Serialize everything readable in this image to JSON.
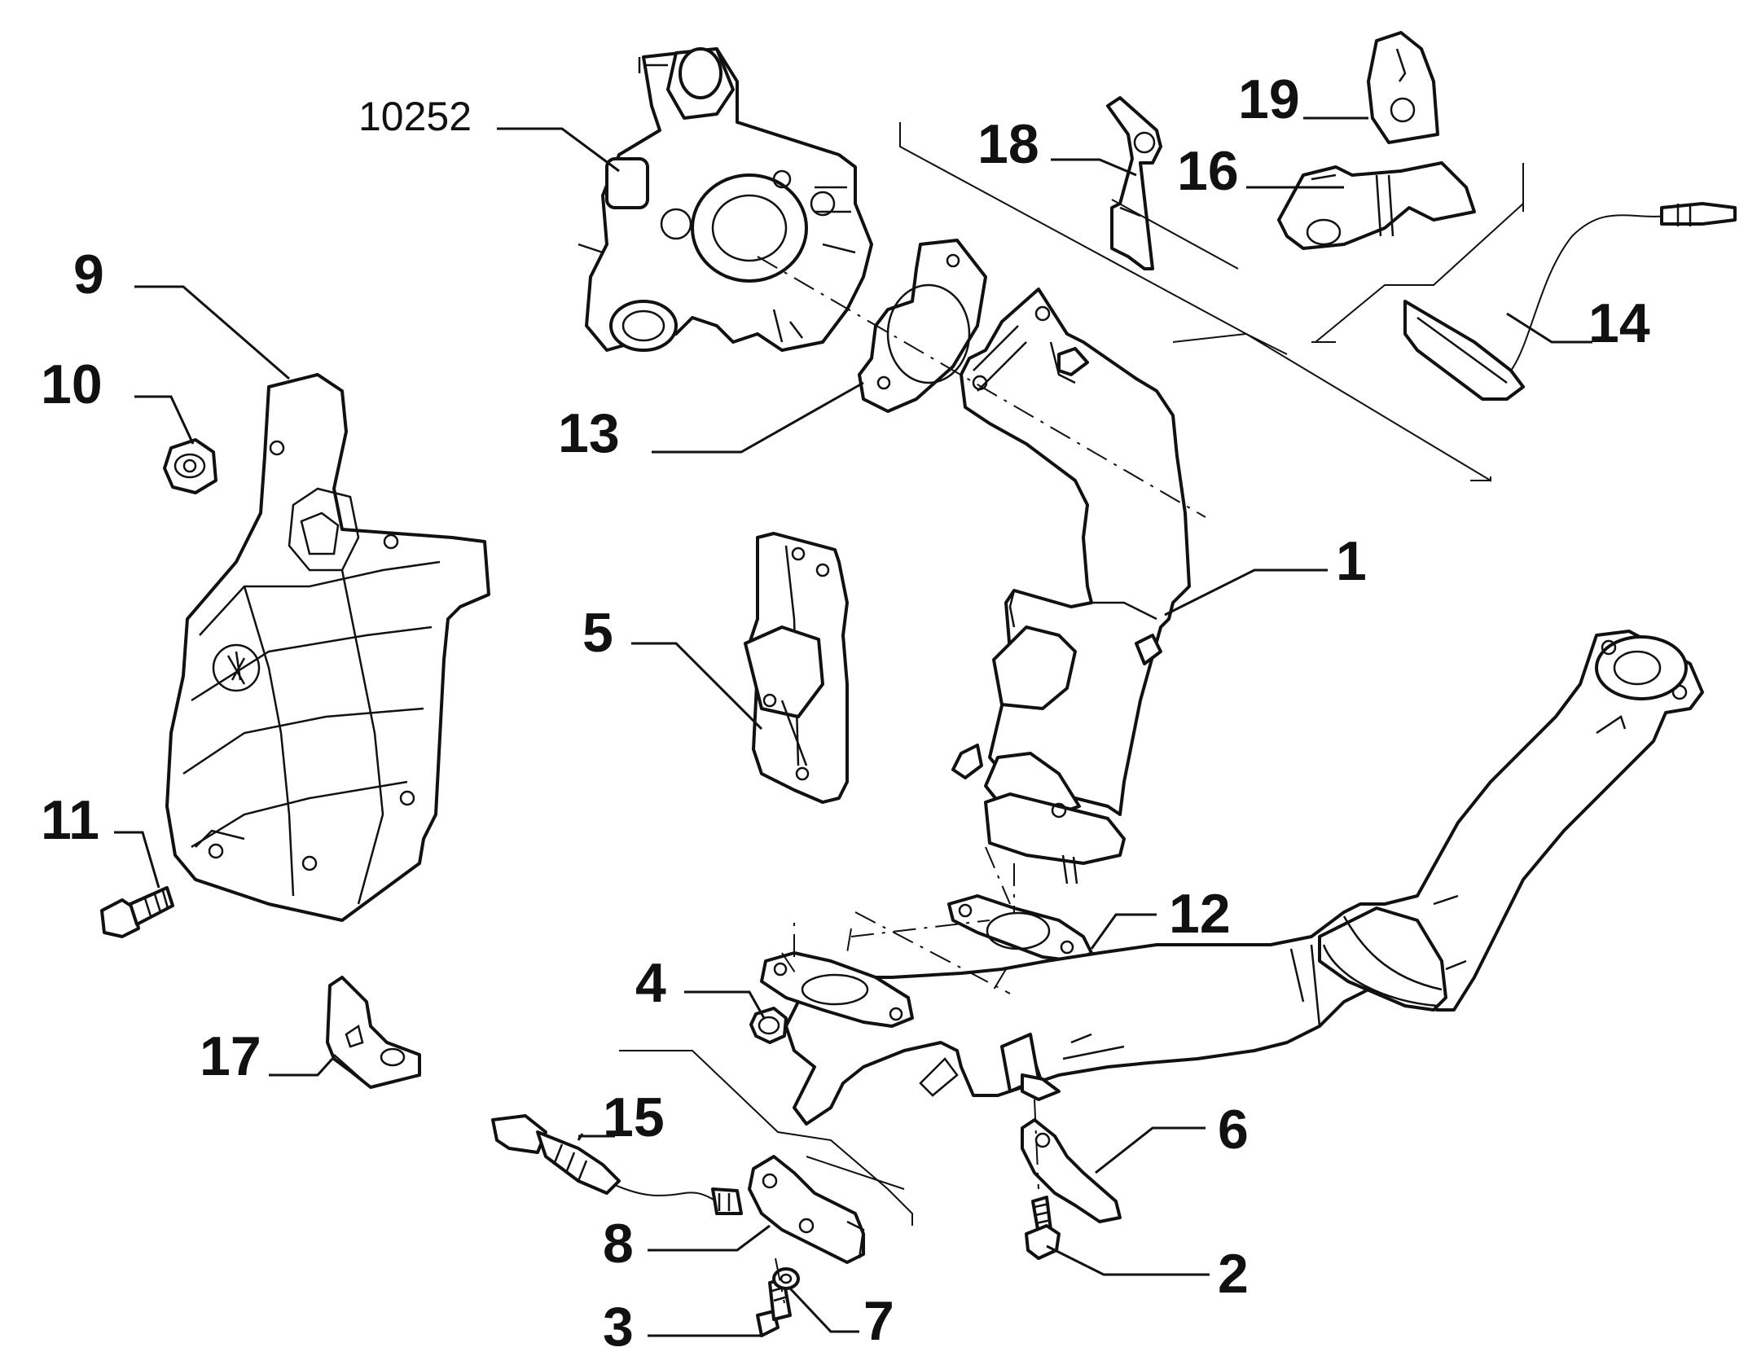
{
  "diagram": {
    "callouts": [
      {
        "id": "ref-10252",
        "text": "10252"
      },
      {
        "id": "p1",
        "text": "1"
      },
      {
        "id": "p2",
        "text": "2"
      },
      {
        "id": "p3",
        "text": "3"
      },
      {
        "id": "p4",
        "text": "4"
      },
      {
        "id": "p5",
        "text": "5"
      },
      {
        "id": "p6",
        "text": "6"
      },
      {
        "id": "p7",
        "text": "7"
      },
      {
        "id": "p8",
        "text": "8"
      },
      {
        "id": "p9",
        "text": "9"
      },
      {
        "id": "p10",
        "text": "10"
      },
      {
        "id": "p11",
        "text": "11"
      },
      {
        "id": "p12",
        "text": "12"
      },
      {
        "id": "p13",
        "text": "13"
      },
      {
        "id": "p14",
        "text": "14"
      },
      {
        "id": "p15",
        "text": "15"
      },
      {
        "id": "p16",
        "text": "16"
      },
      {
        "id": "p17",
        "text": "17"
      },
      {
        "id": "p18",
        "text": "18"
      },
      {
        "id": "p19",
        "text": "19"
      }
    ],
    "stroke_color": "#111111",
    "background_color": "#ffffff"
  }
}
